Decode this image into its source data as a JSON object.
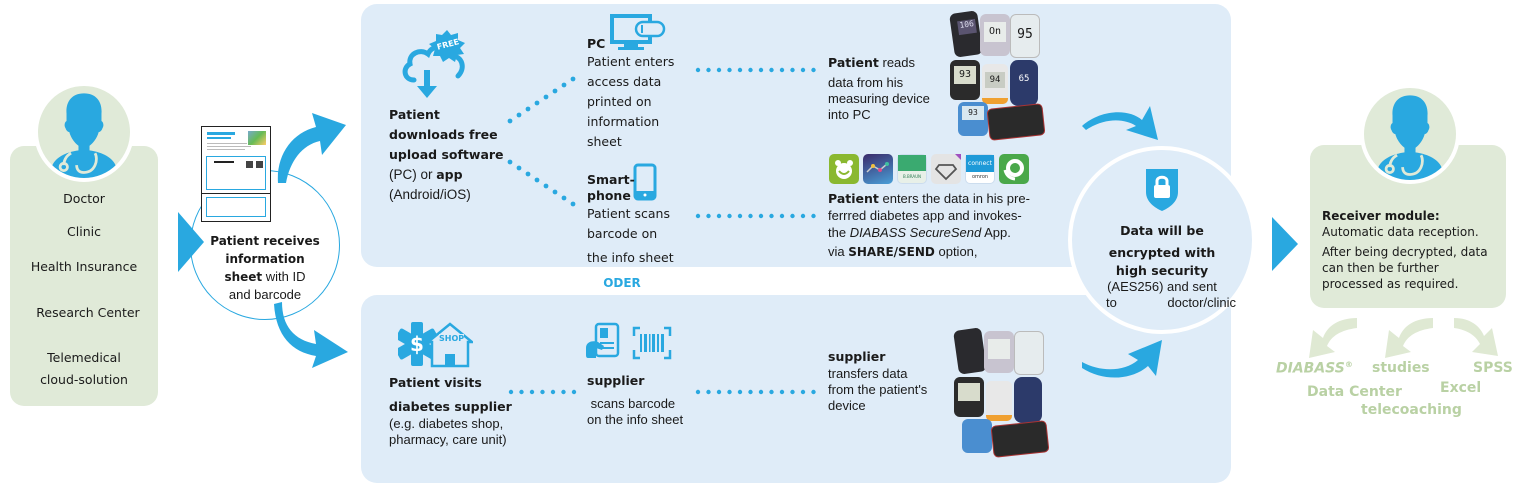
{
  "colors": {
    "accent_blue": "#29a8e0",
    "panel_blue": "#dfecf8",
    "entity_green": "#e0ead8",
    "output_green": "#b9d1a4",
    "text": "#1a1a1a"
  },
  "sender": {
    "entities": [
      "Doctor",
      "Clinic",
      "Health Insurance",
      "Research Center",
      "Telemedical",
      "cloud-solution"
    ]
  },
  "info_sheet": {
    "title_bold_1": "Patient receives",
    "title_bold_2": "information",
    "title_bold_3": "sheet",
    "rest_1": " with ID",
    "rest_2": "and barcode"
  },
  "top_panel": {
    "download": {
      "badge": "FREE",
      "line1": "Patient",
      "line2": "downloads free",
      "line3": "upload software",
      "line4_plain": "(PC) or ",
      "line4_bold": "app",
      "line5": "(Android/iOS)"
    },
    "pc": {
      "heading": "PC",
      "lines": [
        "Patient enters",
        "access data",
        "printed on",
        "information",
        "sheet"
      ]
    },
    "smartphone": {
      "heading_1": "Smart-",
      "heading_2": "phone",
      "lines": [
        "Patient scans",
        "barcode on",
        "the info sheet"
      ]
    },
    "pc_result": {
      "bold": "Patient",
      "line1_rest": " reads",
      "lines": [
        "data from his",
        "measuring device",
        "into PC"
      ]
    },
    "app_result": {
      "bold": "Patient",
      "line1_rest": " enters the data in his pre-",
      "line2": "ferrred diabetes app and invokes-",
      "line3_pre": "the ",
      "line3_italic": "DIABASS SecureSend",
      "line3_post": " App.",
      "line4_pre": "via ",
      "line4_bold": "SHARE/SEND",
      "line4_post": " option,"
    },
    "app_icons": [
      "mySugr",
      "glucose-graph-app",
      "OneTouch-Reveal",
      "diamond-app",
      "OMRON connect",
      "green-ring-app"
    ],
    "device_readings": [
      "106",
      "On",
      "95",
      "93",
      "94",
      "65",
      "93"
    ]
  },
  "separator": "ODER",
  "bottom_panel": {
    "visit": {
      "line1": "Patient visits",
      "line2": "diabetes supplier",
      "line3": "(e.g. diabetes shop,",
      "line4": "pharmacy, care unit)",
      "shop_label": "SHOP"
    },
    "scan": {
      "heading": "supplier",
      "line1": " scans barcode",
      "line2": "on the info sheet"
    },
    "transfer": {
      "heading": "supplier",
      "lines": [
        "transfers data",
        "from the patient's",
        "device"
      ]
    }
  },
  "encryption": {
    "line1": "Data will be",
    "line2": "encrypted with",
    "line3": "high security",
    "line4": "(AES256) and sent",
    "line5_a": "to",
    "line5_b": "doctor/clinic"
  },
  "receiver": {
    "heading": "Receiver module:",
    "line1": "Automatic data reception.",
    "line2": "After being decrypted, data",
    "line3": "can then be further",
    "line4": "processed as required."
  },
  "outputs": {
    "diabass": "DIABASS",
    "reg": "®",
    "studies": "studies",
    "spss": "SPSS",
    "data_center": "Data Center",
    "excel": "Excel",
    "telecoaching": "telecoaching"
  }
}
